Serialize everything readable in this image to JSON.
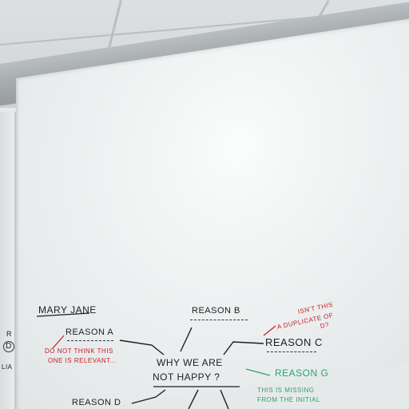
{
  "board": {
    "title": "MARY JANE",
    "center_line1": "WHY WE ARE",
    "center_line2": "NOT HAPPY ?",
    "reason_a": "REASON A",
    "reason_a_note1": "DO NOT THINK THIS",
    "reason_a_note2": "ONE IS RELEVANT...",
    "reason_b": "REASON B",
    "reason_c": "REASON C",
    "reason_c_note1": "ISN'T THIS",
    "reason_c_note2": "A DUPLICATE OF",
    "reason_c_note3": "D?",
    "reason_d": "REASON D",
    "reason_g": "REASON G",
    "reason_g_note1": "THIS IS MISSING",
    "reason_g_note2": "FROM THE INITIAL",
    "left_fragment_1": "R",
    "left_fragment_2": "D",
    "left_fragment_3": "LIA"
  },
  "colors": {
    "black_marker": "#1d1d1f",
    "red_marker": "#c81c24",
    "green_marker": "#2aa56a"
  }
}
